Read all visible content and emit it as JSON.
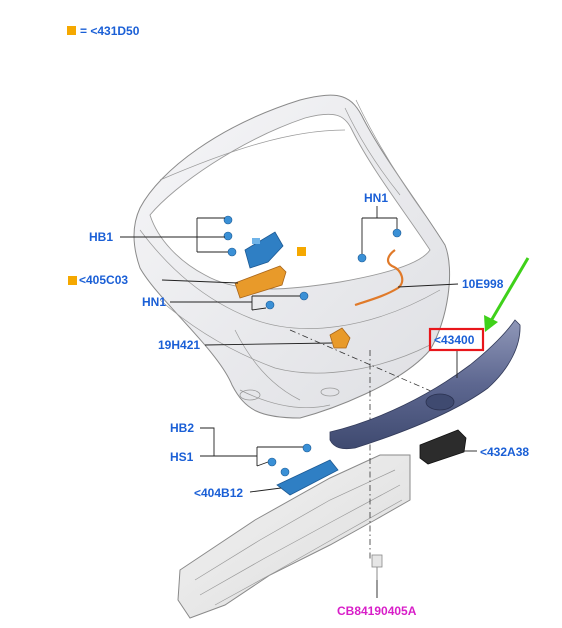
{
  "legend": {
    "swatch_color": "#f5a800",
    "text": "= <431D50"
  },
  "labels": {
    "hn1_top": "HN1",
    "hb1": "HB1",
    "c405c03": "<405C03",
    "hn1_left": "HN1",
    "e10e998": "10E998",
    "h19h421": "19H421",
    "p43400": "<43400",
    "hb2": "HB2",
    "hs1": "HS1",
    "p432a38": "<432A38",
    "p404b12": "<404B12",
    "drawing_id": "CB84190405A"
  },
  "colors": {
    "label_blue": "#1a5fd6",
    "highlight_box": "#e8161b",
    "arrow_green": "#3fd11a",
    "drawing_id_magenta": "#d81ec8",
    "liftgate_panel": "#ececef",
    "blue_part": "#2f7fc4",
    "orange_part": "#e89a2a",
    "moulding": "#5d6790",
    "handle": "#2c2c2c"
  }
}
